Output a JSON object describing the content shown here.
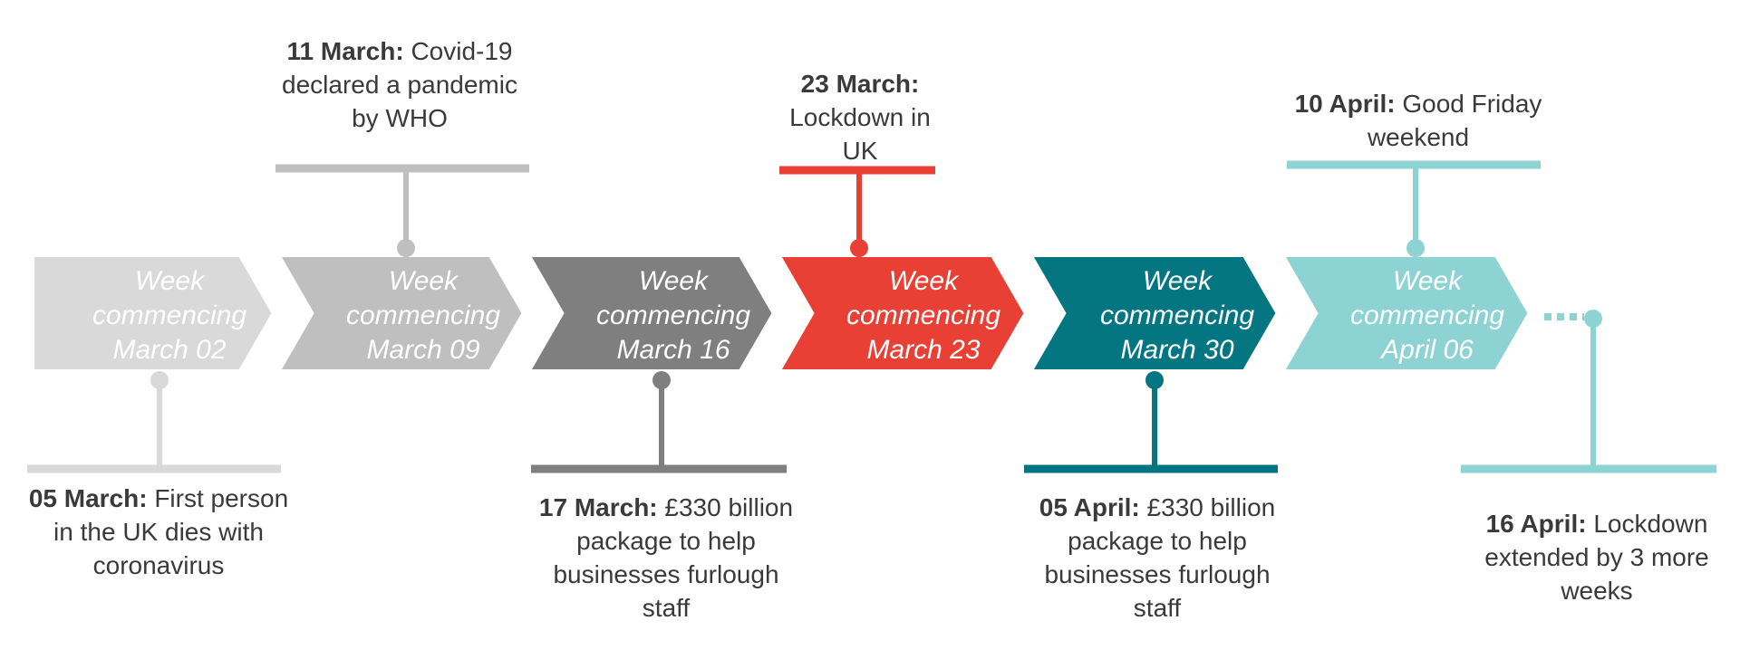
{
  "weeks": [
    {
      "label": "Week commencing March 02",
      "color": "#d9d9d9"
    },
    {
      "label": "Week commencing March 09",
      "color": "#bfbfbf"
    },
    {
      "label": "Week commencing March 16",
      "color": "#7f7f7f"
    },
    {
      "label": "Week commencing March 23",
      "color": "#e84034"
    },
    {
      "label": "Week commencing March 30",
      "color": "#037682"
    },
    {
      "label": "Week commencing April 06",
      "color": "#8ed3d4"
    }
  ],
  "events": [
    {
      "date": "05 March:",
      "text": "First person in the UK dies with coronavirus",
      "color": "#d9d9d9"
    },
    {
      "date": "11 March:",
      "text": "Covid-19 declared a pandemic by WHO",
      "color": "#bfbfbf"
    },
    {
      "date": "17 March:",
      "text": "£330 billion package to help businesses furlough staff",
      "color": "#7f7f7f"
    },
    {
      "date": "23 March:",
      "text": "Lockdown in UK",
      "color": "#e84034"
    },
    {
      "date": "05 April:",
      "text": "£330 billion package to help businesses furlough staff",
      "color": "#037682"
    },
    {
      "date": "10 April:",
      "text": "Good Friday weekend",
      "color": "#8ed3d4"
    },
    {
      "date": "16 April:",
      "text": "Lockdown extended by 3 more weeks",
      "color": "#8ed3d4"
    }
  ]
}
